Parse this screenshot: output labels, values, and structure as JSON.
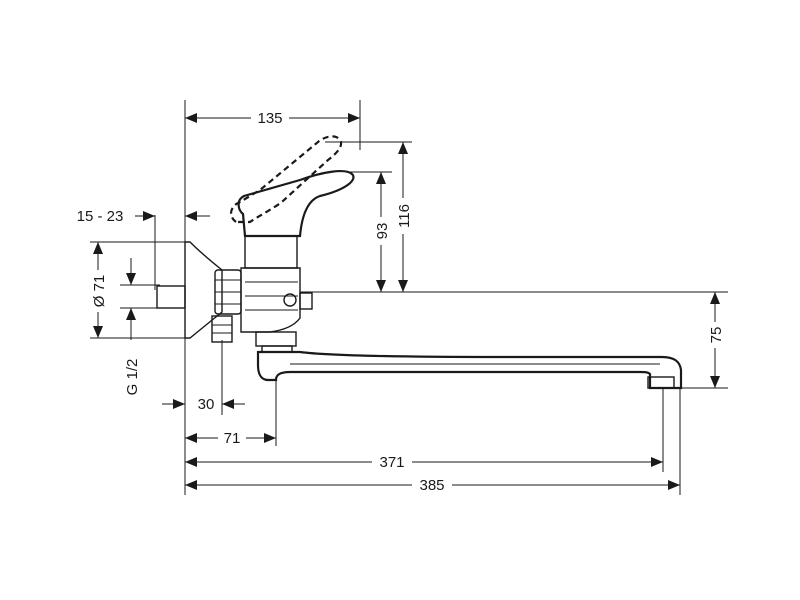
{
  "drawing": {
    "dimensions": {
      "top_width": "135",
      "wall_gap": "15 - 23",
      "handle_height_93": "93",
      "handle_height_116": "116",
      "flange_diameter": "Ø 71",
      "thread": "G 1/2",
      "spout_height": "75",
      "connector_30": "30",
      "body_offset_71": "71",
      "spout_reach_371": "371",
      "overall_385": "385"
    }
  }
}
